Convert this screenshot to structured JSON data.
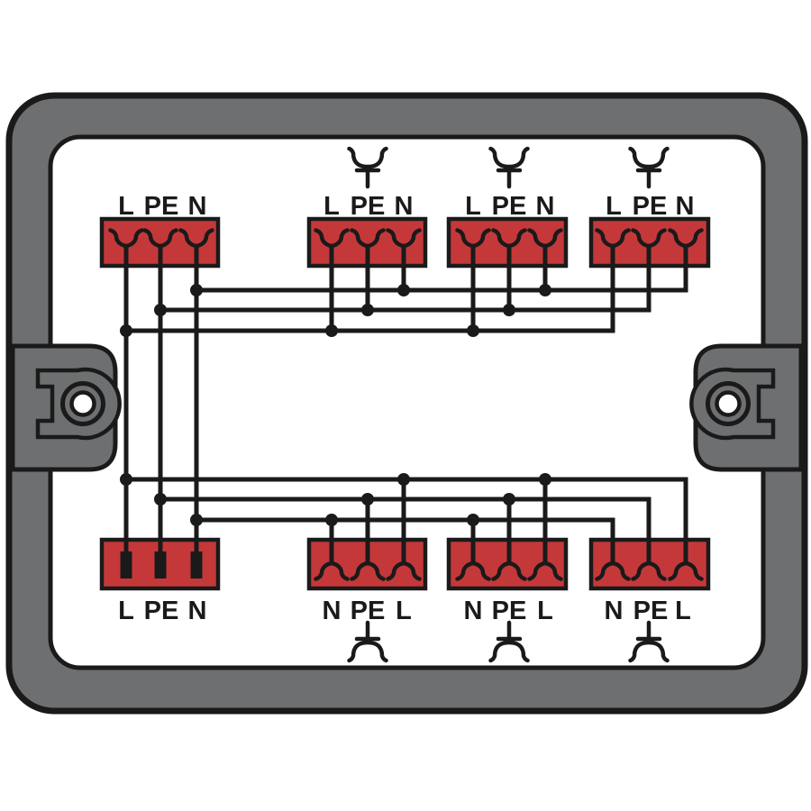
{
  "colors": {
    "housing": "#6e6f71",
    "panel": "#ffffff",
    "terminal_block": "#c5383a",
    "line": "#1a1a1a"
  },
  "top_row": {
    "blocks": [
      {
        "labels": [
          "L",
          "PE",
          "N"
        ],
        "outlet_symbol": false
      },
      {
        "labels": [
          "L",
          "PE",
          "N"
        ],
        "outlet_symbol": true
      },
      {
        "labels": [
          "L",
          "PE",
          "N"
        ],
        "outlet_symbol": true
      },
      {
        "labels": [
          "L",
          "PE",
          "N"
        ],
        "outlet_symbol": true
      }
    ]
  },
  "bottom_row": {
    "blocks": [
      {
        "labels": [
          "L",
          "PE",
          "N"
        ],
        "outlet_symbol": false
      },
      {
        "labels": [
          "N",
          "PE",
          "L"
        ],
        "outlet_symbol": true
      },
      {
        "labels": [
          "N",
          "PE",
          "L"
        ],
        "outlet_symbol": true
      },
      {
        "labels": [
          "N",
          "PE",
          "L"
        ],
        "outlet_symbol": true
      }
    ]
  },
  "icons": {
    "outlet_symbol": "branch-outlet-symbol",
    "terminal_contact": "spring-clamp-terminal-symbol",
    "mounting_hole": "screw-hole"
  }
}
